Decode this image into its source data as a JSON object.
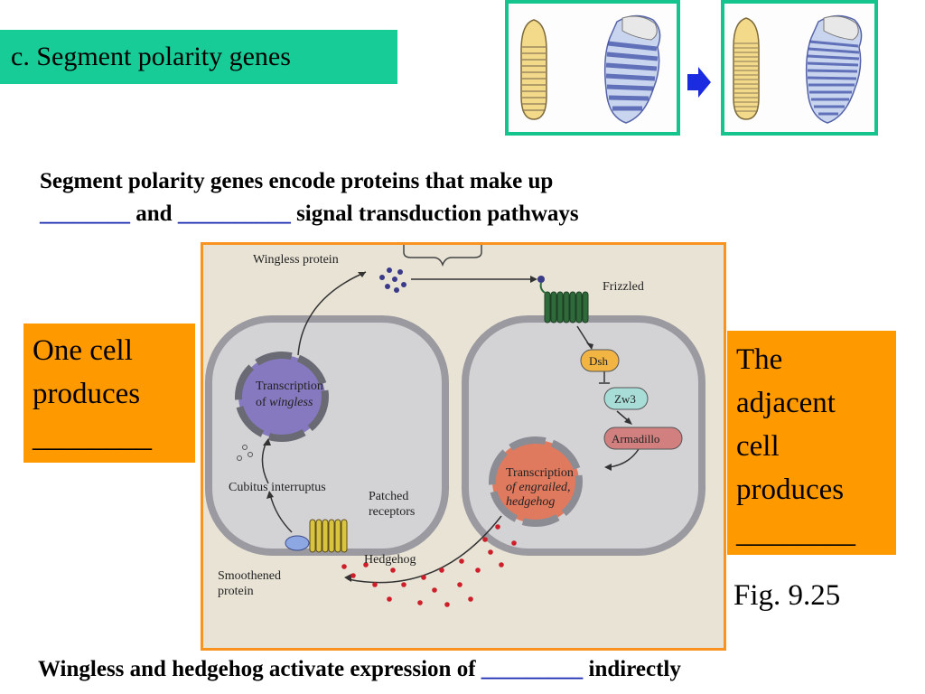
{
  "header": {
    "title": "c. Segment polarity  genes"
  },
  "intro": {
    "line1": "Segment polarity genes encode proteins that make up",
    "blank1": "________",
    "and": " and ",
    "blank2": "__________",
    "line2_end": " signal transduction  pathways"
  },
  "figure": {
    "wingless_protein": "Wingless protein",
    "frizzled": "Frizzled",
    "transcription": "Transcription",
    "of": "of ",
    "wingless": "wingless",
    "dsh": "Dsh",
    "zw3": "Zw3",
    "armadillo": "Armadillo",
    "transcription2": "Transcription",
    "of_engrailed": "of engrailed,",
    "hedgehog_gene": "hedgehog",
    "cubitus": "Cubitus interruptus",
    "patched1": "Patched",
    "patched2": "receptors",
    "hedgehog": "Hedgehog",
    "smoothened1": "Smoothened",
    "smoothened2": "protein"
  },
  "left_box": {
    "line1": "One cell",
    "line2": "produces",
    "line3": "________"
  },
  "right_box": {
    "line1": "The",
    "line2": "adjacent",
    "line3": "cell",
    "line4": "produces",
    "line5": "________"
  },
  "fig_label": "Fig. 9.25",
  "footer": {
    "text": "Wingless and hedgehog activate expression of ",
    "blank": "_________",
    "end": " indirectly"
  }
}
